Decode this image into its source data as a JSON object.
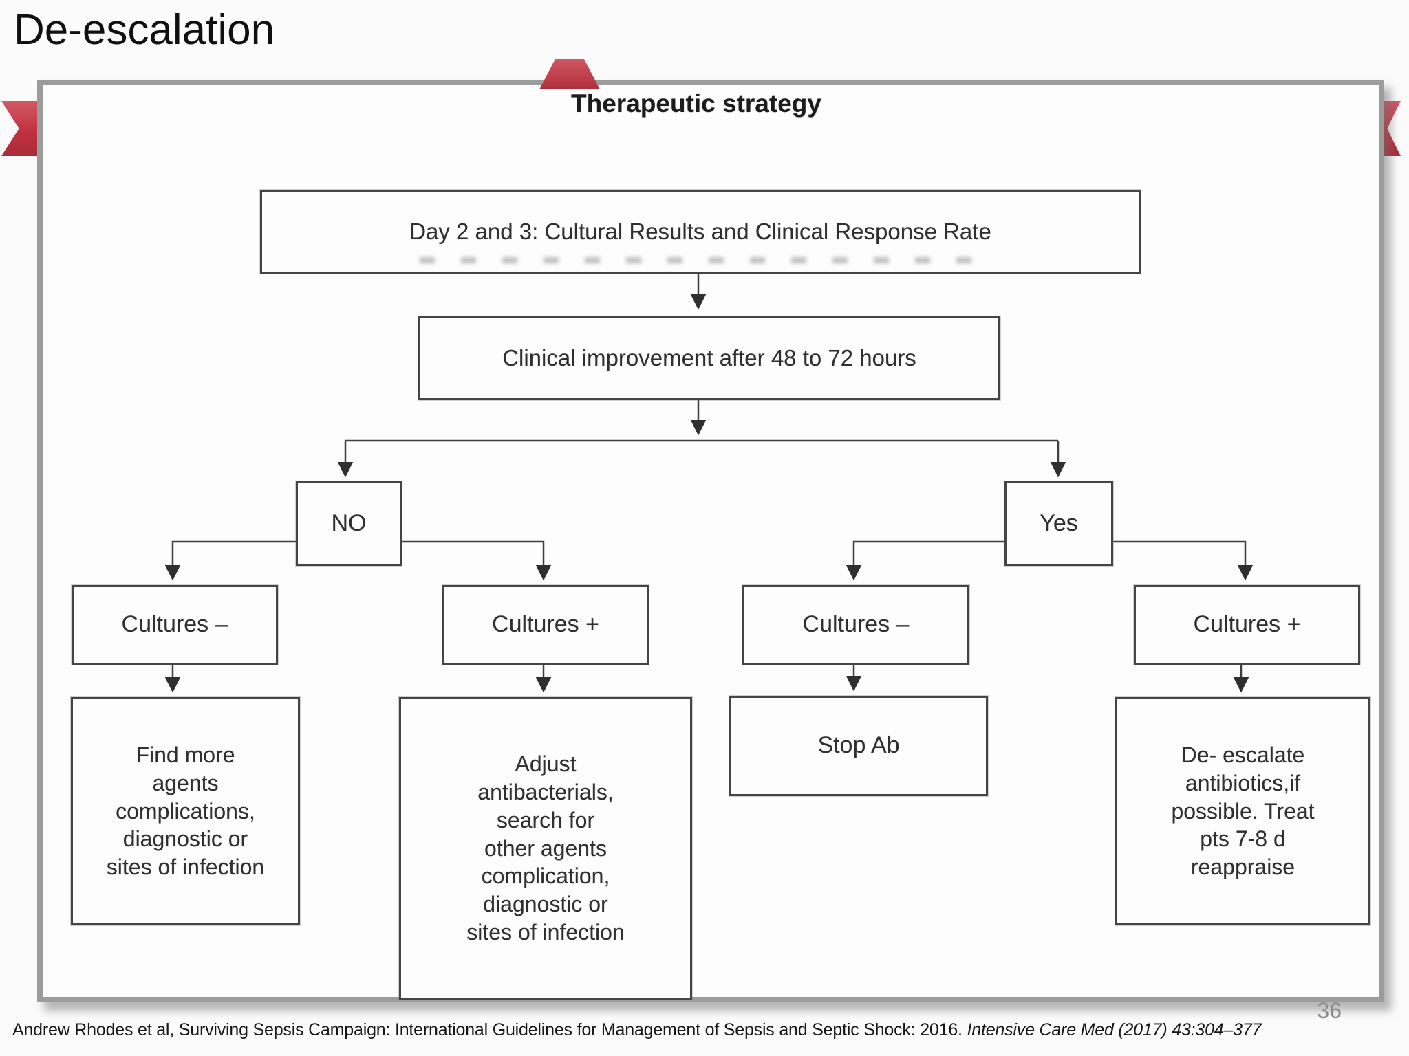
{
  "slide": {
    "title": "De-escalation",
    "page_number": "36",
    "footer": {
      "citation": "Andrew Rhodes et al, Surviving Sepsis Campaign: International Guidelines for Management of Sepsis and Septic Shock: 2016. ",
      "citation_italic": "Intensive Care Med (2017) 43:304–377"
    }
  },
  "diagram": {
    "heading": "Therapeutic strategy",
    "nodes": {
      "day23": "Day 2 and 3: Cultural Results and Clinical Response Rate",
      "clinical": "Clinical improvement after 48 to 72 hours",
      "no": "NO",
      "yes": "Yes",
      "cultures_neg": "Cultures –",
      "cultures_pos": "Cultures +",
      "find_more": "Find more\nagents\ncomplications,\ndiagnostic or\nsites of infection",
      "adjust": "Adjust\nantibacterials,\nsearch for\nother agents\ncomplication,\ndiagnostic or\nsites of infection",
      "stop_ab": "Stop Ab",
      "deescalate": "De- escalate\nantibiotics,if\npossible. Treat\npts 7-8 d\nreappraise"
    },
    "colors": {
      "ribbon_red": "#c23140",
      "panel_border": "#9c9c9c",
      "box_border": "#454545",
      "connector": "#3f3f3f"
    }
  }
}
